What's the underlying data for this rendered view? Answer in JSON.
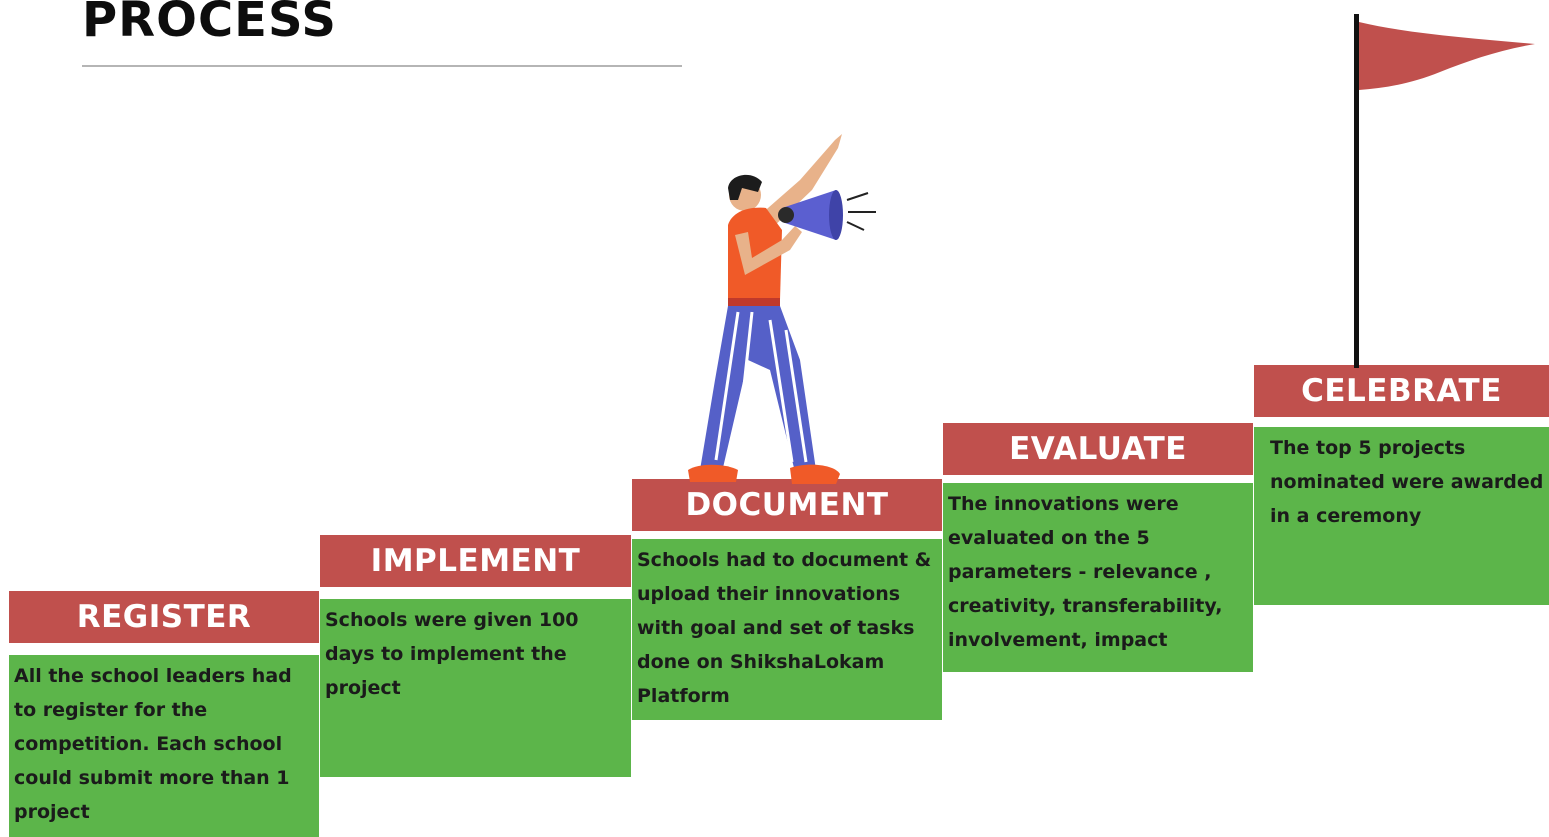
{
  "title": "PROCESS",
  "steps": [
    {
      "label": "REGISTER",
      "text": "All the school leaders had to register for the competition. Each school could submit more than 1 project"
    },
    {
      "label": "IMPLEMENT",
      "text": "Schools were given 100 days to implement the project"
    },
    {
      "label": "DOCUMENT",
      "text": "Schools had to document & upload their innovations with goal and set of tasks done on ShikshaLokam Platform"
    },
    {
      "label": "EVALUATE",
      "text": "The innovations were evaluated on the 5 parameters - relevance , creativity, transferability, involvement, impact"
    },
    {
      "label": "CELEBRATE",
      "text": "The top 5 projects nominated were awarded in a ceremony"
    }
  ],
  "colors": {
    "header": "#c0504d",
    "body": "#5cb54a",
    "flag": "#c0504d",
    "shirt": "#f05a28",
    "pants": "#5560c8",
    "megaphone": "#5b5fd0"
  },
  "icons": [
    "person-with-megaphone-illustration",
    "flag-icon"
  ]
}
